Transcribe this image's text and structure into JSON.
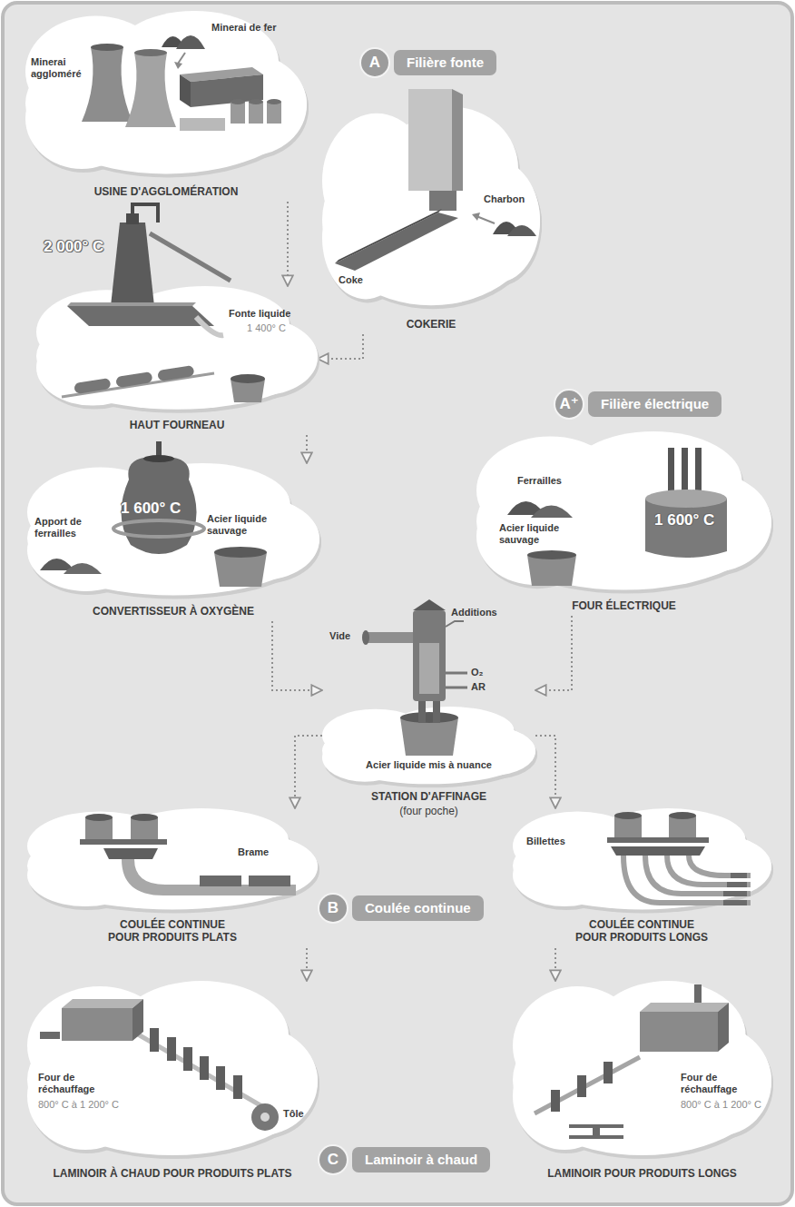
{
  "diagram": {
    "nodes": [
      {
        "text": [
          "Minerai de fer",
          "Minerai aggloméré",
          "USINE D'AGGLOMÉRATION"
        ]
      },
      {
        "text": [
          "A",
          "Filière fonte"
        ]
      },
      {
        "text": [
          "Charbon",
          "Coke",
          "COKERIE"
        ]
      },
      {
        "text": [
          "Fonte liquide",
          "1 400° C",
          "HAUT FOURNEAU"
        ]
      },
      {
        "text": [
          "A⁺",
          "Filière électrique"
        ]
      },
      {
        "text": [
          "Apport de ferrailles",
          "1 600° C",
          "Acier liquide sauvage",
          "CONVERTISSEUR À OXYGÈNE"
        ]
      },
      {
        "text": [
          "Ferrailles",
          "1 600° C",
          "Acier liquide sauvage",
          "FOUR ÉLECTRIQUE"
        ]
      },
      {
        "text": [
          "Additions",
          "Vide",
          "O₂",
          "AR",
          "Acier liquide mis à nuance",
          "STATION D'AFFINAGE",
          "(four poche)"
        ]
      },
      {
        "text": [
          "Brame",
          "COULÉE CONTINUE POUR PRODUITS PLATS"
        ]
      },
      {
        "text": [
          "B",
          "Coulée continue"
        ]
      },
      {
        "text": [
          "Billettes",
          "COULÉE CONTINUE POUR PRODUITS LONGS"
        ]
      },
      {
        "text": [
          "Four de réchauffage",
          "800° C à 1 200° C",
          "Tôle",
          "LAMINOIR À CHAUD POUR PRODUITS PLATS"
        ]
      },
      {
        "text": [
          "C",
          "Laminoir à chaud"
        ]
      },
      {
        "text": [
          "Four de réchauffage",
          "800° C à 1 200° C",
          "LAMINOIR POUR PRODUITS LONGS"
        ]
      }
    ],
    "edges": [
      {
        "from": 0,
        "to": 3,
        "arrow": "to"
      },
      {
        "from": 2,
        "to": 3,
        "arrow": "to"
      },
      {
        "from": 3,
        "to": 5,
        "arrow": "to"
      },
      {
        "from": 5,
        "to": 7,
        "arrow": "to"
      },
      {
        "from": 6,
        "to": 7,
        "arrow": "to"
      },
      {
        "from": 7,
        "to": 8,
        "arrow": "to"
      },
      {
        "from": 7,
        "to": 10,
        "arrow": "to"
      },
      {
        "from": 8,
        "to": 11,
        "arrow": "to"
      },
      {
        "from": 10,
        "to": 13,
        "arrow": "to"
      }
    ],
    "labels": [
      "2 000° C"
    ]
  }
}
